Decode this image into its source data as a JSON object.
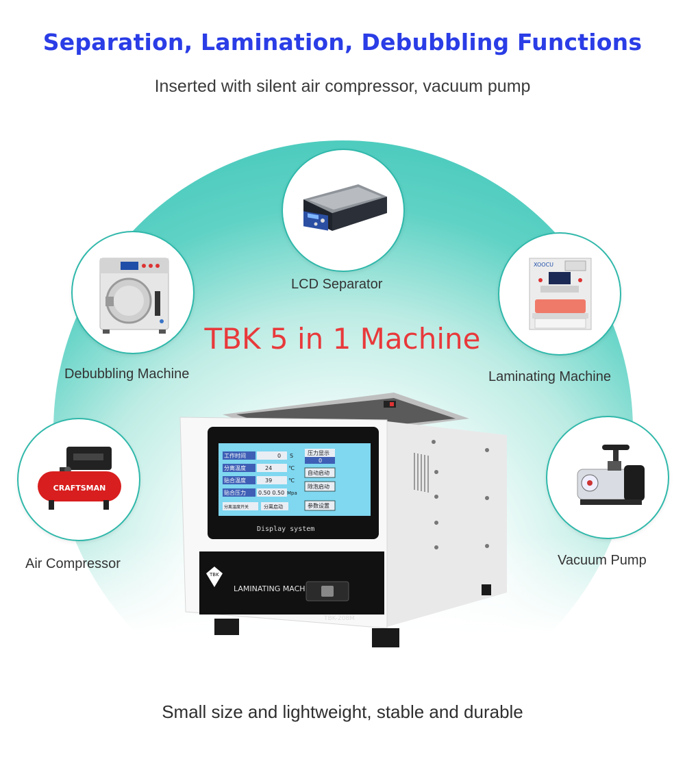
{
  "header": {
    "title": "Separation, Lamination, Debubbling Functions",
    "subtitle": "Inserted with silent air compressor, vacuum pump"
  },
  "center": {
    "title": "TBK 5 in 1 Machine"
  },
  "features": [
    {
      "label": "LCD Separator",
      "icon": "lcd-separator-image"
    },
    {
      "label": "Debubbling Machine",
      "icon": "debubbling-machine-image"
    },
    {
      "label": "Laminating Machine",
      "icon": "laminating-machine-image"
    },
    {
      "label": "Air Compressor",
      "icon": "air-compressor-image"
    },
    {
      "label": "Vacuum Pump",
      "icon": "vacuum-pump-image"
    }
  ],
  "compressor_brand": "CRAFTSMAN",
  "machine": {
    "display_caption": "Display system",
    "front_label": "LAMINATING MACHINE",
    "model": "TBK-208M",
    "logo": "TBK",
    "screen": {
      "rows": [
        {
          "name": "工作时间",
          "value": "0",
          "unit": "S"
        },
        {
          "name": "分离温度",
          "value": "24",
          "unit": "℃"
        },
        {
          "name": "贴合温度",
          "value": "39",
          "unit": "℃"
        },
        {
          "name": "贴合压力",
          "value": "0.50  0.50",
          "unit": "Mpa"
        }
      ],
      "pressure_label": "压力显示",
      "pressure_value": "0",
      "buttons": [
        "自动启动",
        "除泡启动",
        "参数设置"
      ],
      "bottom_buttons": [
        "分离温度开关",
        "分离启动"
      ]
    }
  },
  "footer": {
    "text": "Small size and lightweight, stable and durable"
  },
  "colors": {
    "title": "#2a3de6",
    "accent_teal": "#36c3b5",
    "center_title": "#e8393b"
  }
}
